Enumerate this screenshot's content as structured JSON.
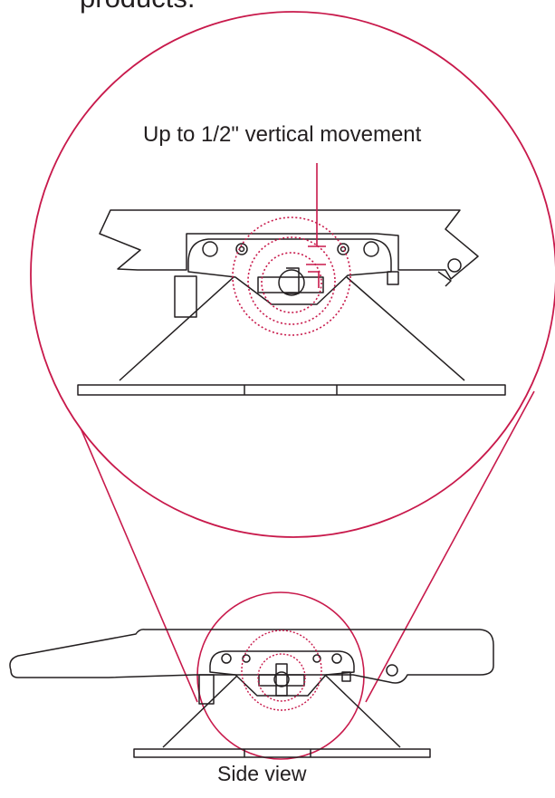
{
  "header": {
    "text": "products."
  },
  "magnified_view": {
    "label": "Up to 1/2\" vertical movement"
  },
  "caption": {
    "text": "Side view"
  },
  "colors": {
    "line": "#231f20",
    "accent": "#c8194b",
    "background": "#ffffff"
  }
}
